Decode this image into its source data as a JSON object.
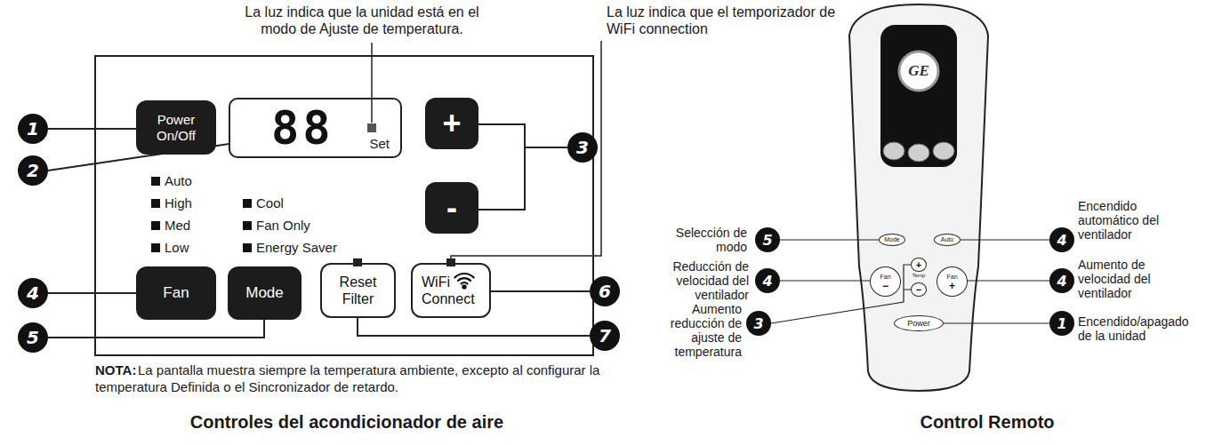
{
  "diagram": {
    "nodes": [
      {
        "text": [
          "Power On/Off"
        ]
      },
      {
        "text": [
          "88",
          "Set"
        ]
      },
      {
        "text": [
          "+"
        ]
      },
      {
        "text": [
          "-"
        ]
      },
      {
        "text": [
          "Fan"
        ]
      },
      {
        "text": [
          "Mode"
        ]
      },
      {
        "text": [
          "Reset Filter"
        ]
      },
      {
        "text": [
          "WiFi Connect"
        ]
      },
      {
        "text": [
          "Mode"
        ]
      },
      {
        "text": [
          "Auto"
        ]
      },
      {
        "text": [
          "Fan",
          "−"
        ]
      },
      {
        "text": [
          "+"
        ]
      },
      {
        "text": [
          "−"
        ]
      },
      {
        "text": [
          "Fan",
          "+"
        ]
      },
      {
        "text": [
          "Power"
        ]
      }
    ],
    "labels": [
      "La luz indica que la unidad está en el modo de Ajuste de temperatura.",
      "La luz indica que el temporizador de WiFi connection",
      "1",
      "2",
      "3",
      "4",
      "5",
      "6",
      "7",
      "Auto",
      "High",
      "Med",
      "Low",
      "Cool",
      "Fan Only",
      "Energy Saver",
      "NOTA:",
      "La pantalla muestra siempre la temperatura ambiente, excepto al configurar la temperatura Definida o el Sincronizador de retardo.",
      "Controles del acondicionador de aire",
      "GE",
      "Selección de modo",
      "5",
      "Reducción de velocidad del ventilador",
      "4",
      "Aumento reducción de ajuste de temperatura",
      "3",
      "Encendido automático del ventilador",
      "4",
      "Aumento de velocidad del ventilador",
      "4",
      "Encendido/apagado de la unidad",
      "1",
      "Temp",
      "Control Remoto"
    ]
  }
}
